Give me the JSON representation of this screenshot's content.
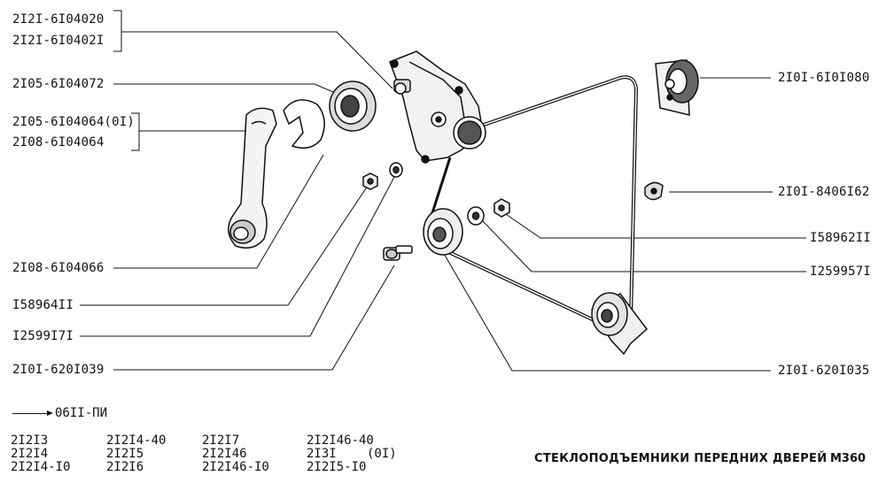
{
  "labels_left": {
    "gear_housing_1": "2I2I-6I04020",
    "gear_housing_2": "2I2I-6I0402I",
    "trim_ring": "2I05-6I04072",
    "handle_1": "2I05-6I04064(0I)",
    "handle_2": "2I08-6I04064",
    "washer_plate": "2I08-6I04066",
    "nut": "I58964II",
    "washer": "I2599I7I",
    "bolt": "2I0I-620I039"
  },
  "labels_right": {
    "upper_roller": "2I0I-6I0I080",
    "clip": "2I0I-8406I62",
    "nut": "I58962II",
    "washer": "I259957I",
    "pulley": "2I0I-620I035"
  },
  "reference": {
    "text": "06II-ПИ"
  },
  "models": {
    "col1": [
      "2I2I3",
      "2I2I4",
      "2I2I4-I0"
    ],
    "col2": [
      "2I2I4-40",
      "2I2I5",
      "2I2I6"
    ],
    "col3": [
      "2I2I7",
      "2I2I46",
      "2I2I46-I0"
    ],
    "col4": [
      "2I2I46-40",
      "2I3I",
      "2I2I5-I0"
    ],
    "col4_suffix": "(0I)"
  },
  "title": "СТЕКЛОПОДЪЕМНИКИ ПЕРЕДНИХ ДВЕРЕЙ",
  "page_code": "М360",
  "colors": {
    "ink": "#111111",
    "paper": "#ffffff",
    "shade": "#9a9a9a"
  }
}
